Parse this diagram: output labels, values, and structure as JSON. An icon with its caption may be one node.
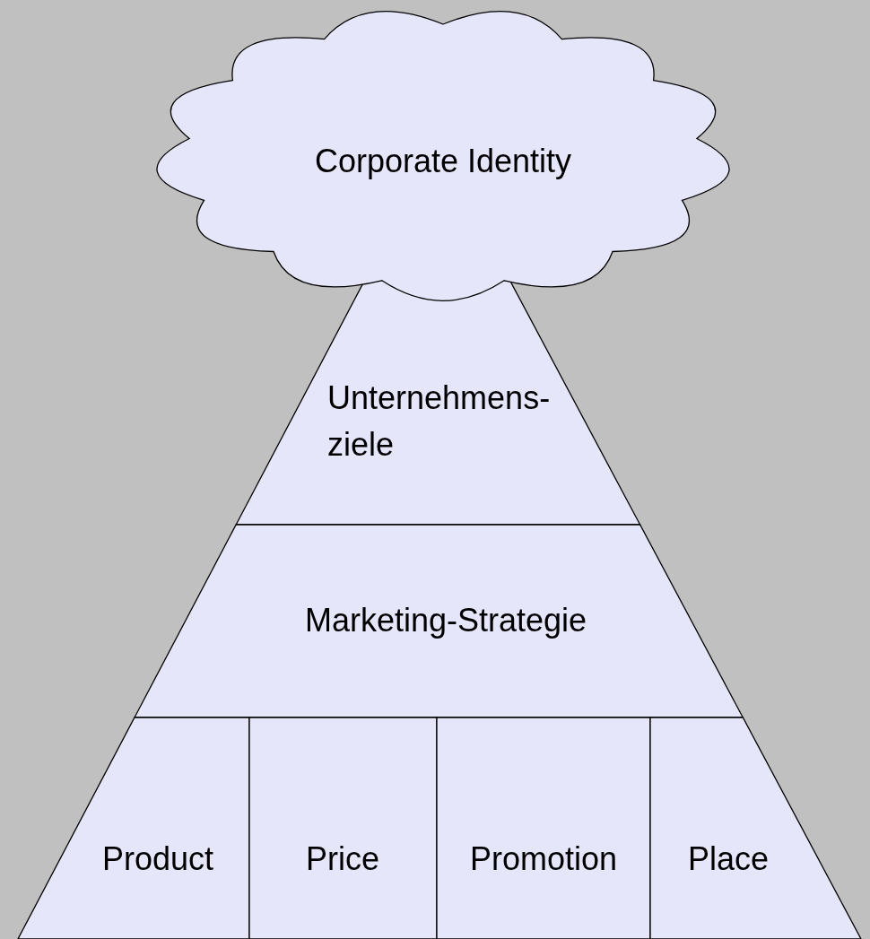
{
  "diagram": {
    "nodes": [
      {
        "text": [
          "Corporate Identity"
        ]
      },
      {
        "text": [
          "Unternehmens- ziele"
        ]
      },
      {
        "text": [
          "Marketing-Strategie"
        ]
      },
      {
        "text": [
          "Product"
        ]
      },
      {
        "text": [
          "Price"
        ]
      },
      {
        "text": [
          "Promotion"
        ]
      },
      {
        "text": [
          "Place"
        ]
      }
    ]
  }
}
